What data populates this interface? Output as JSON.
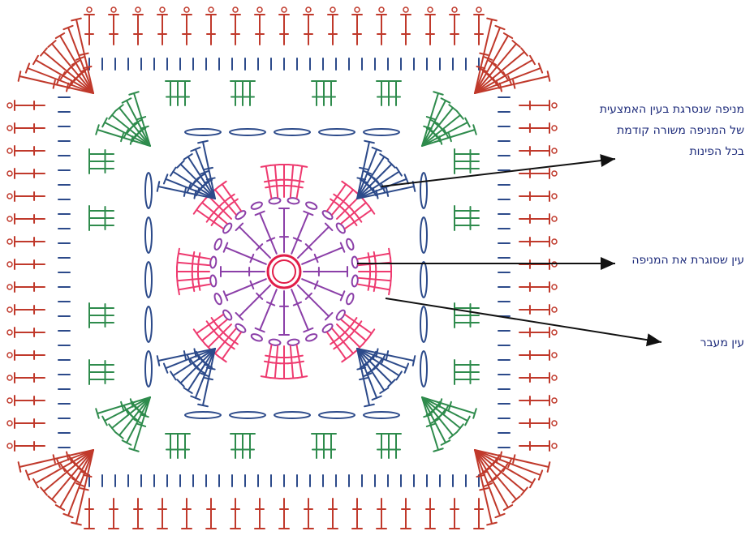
{
  "colors": {
    "round_center": "#e11d48",
    "round_violet": "#8b3fa8",
    "round_pink": "#ee3a6f",
    "round_blue": "#2c4a8a",
    "round_green": "#2e8b4c",
    "round_outer": "#c0392b",
    "annotation_text": "#1c2a7a",
    "arrow": "#111111"
  },
  "annotations": [
    {
      "id": "corner-fan",
      "lines": [
        "מניפה שנסרגת בעין האמצעית",
        "של המניפה משורה קודמת",
        "בכל הפינות"
      ]
    },
    {
      "id": "closing-chain",
      "lines": [
        "עין שסוגרת את המניפה"
      ]
    },
    {
      "id": "transition-chain",
      "lines": [
        "עין מעבר"
      ]
    }
  ]
}
